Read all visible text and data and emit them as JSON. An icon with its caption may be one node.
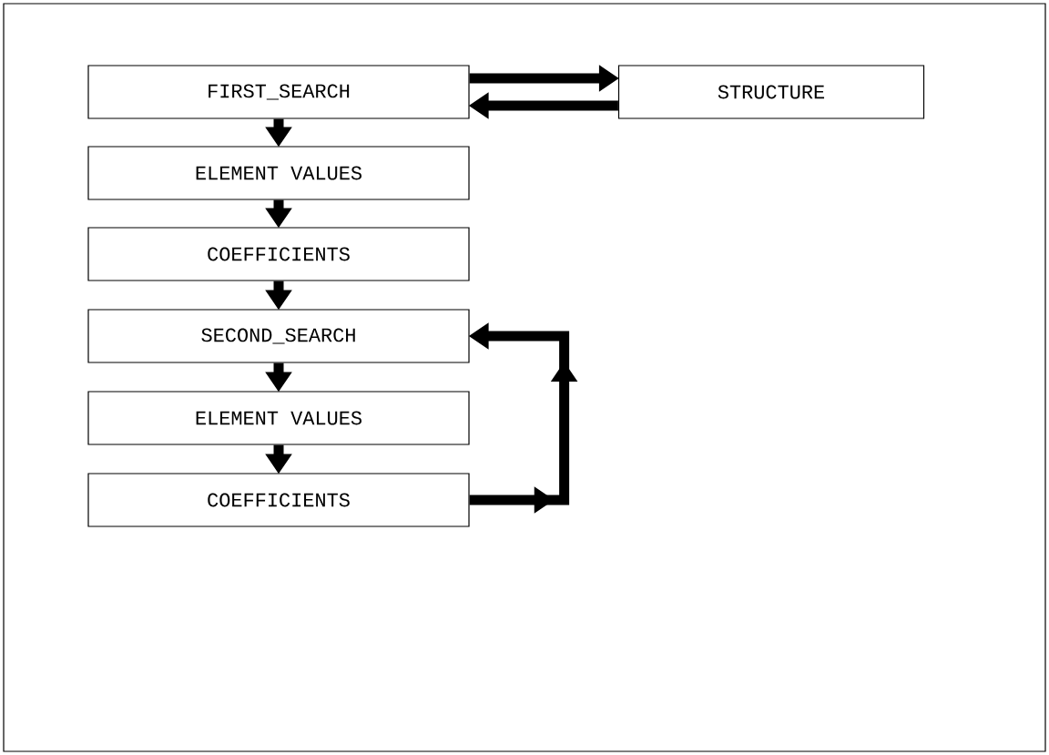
{
  "diagram": {
    "nodes": [
      {
        "text": [
          "FIRST_SEARCH"
        ]
      },
      {
        "text": [
          "STRUCTURE"
        ]
      },
      {
        "text": [
          "ELEMENT VALUES"
        ]
      },
      {
        "text": [
          "COEFFICIENTS"
        ]
      },
      {
        "text": [
          "SECOND_SEARCH"
        ]
      },
      {
        "text": [
          "ELEMENT VALUES"
        ]
      },
      {
        "text": [
          "COEFFICIENTS"
        ]
      }
    ],
    "edges": [
      {
        "from": 0,
        "to": 1,
        "arrow": "to"
      },
      {
        "from": 1,
        "to": 0,
        "arrow": "to"
      },
      {
        "from": 0,
        "to": 2,
        "arrow": "to"
      },
      {
        "from": 2,
        "to": 3,
        "arrow": "to"
      },
      {
        "from": 3,
        "to": 4,
        "arrow": "to"
      },
      {
        "from": 4,
        "to": 5,
        "arrow": "to"
      },
      {
        "from": 5,
        "to": 6,
        "arrow": "to"
      },
      {
        "from": 6,
        "to": 4,
        "arrow": "to"
      }
    ]
  }
}
